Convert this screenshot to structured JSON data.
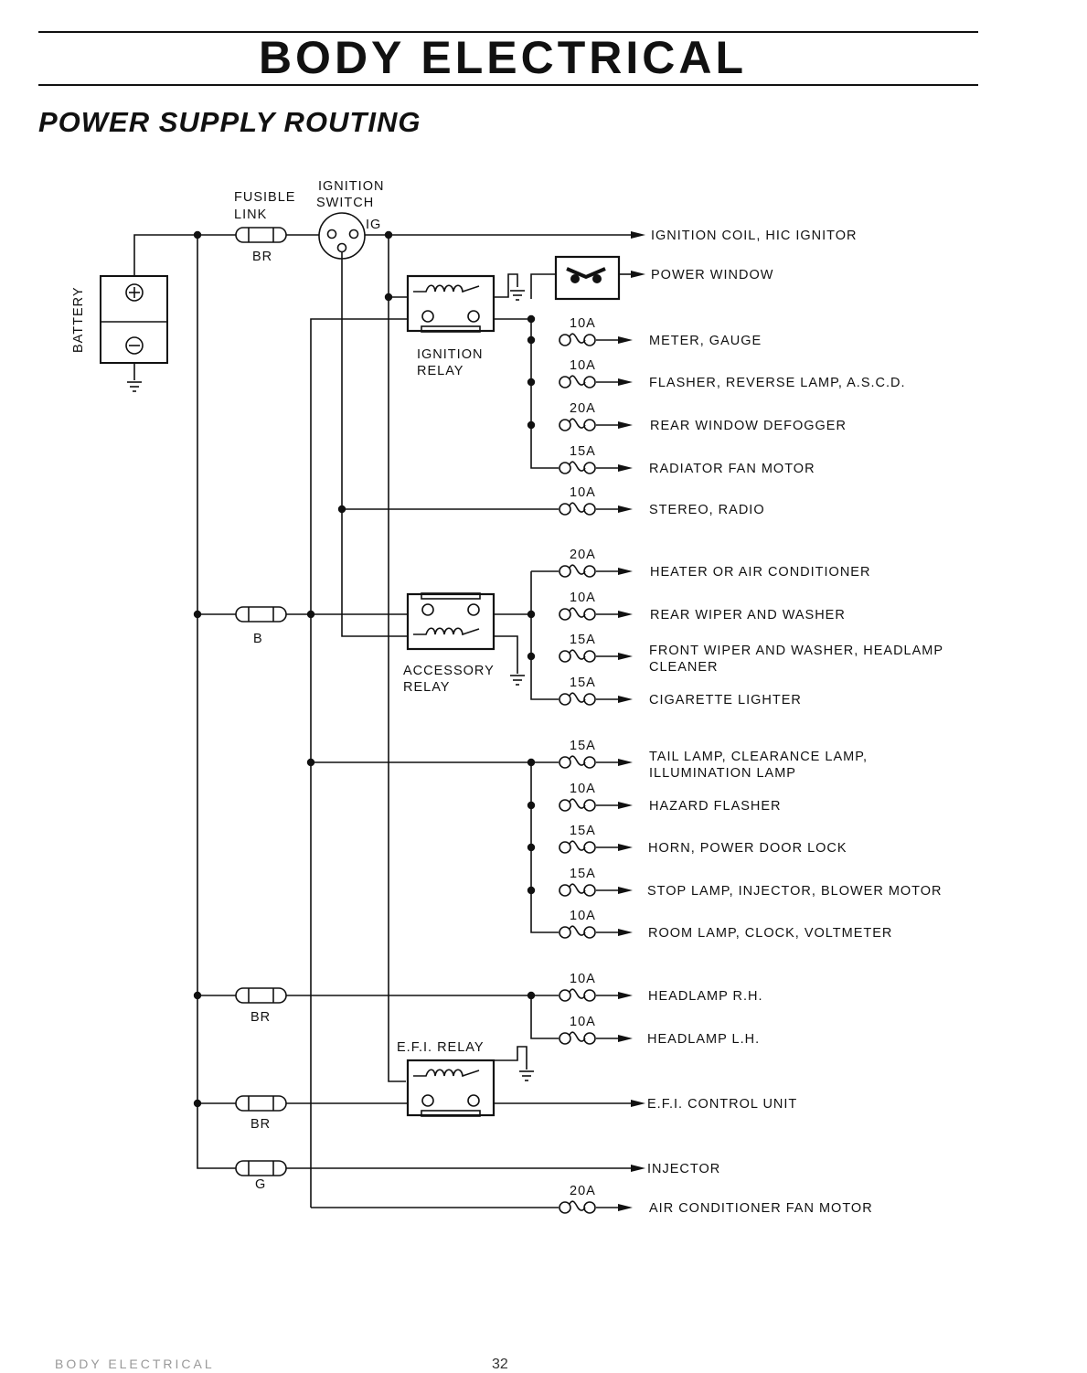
{
  "header": {
    "title": "BODY ELECTRICAL",
    "subtitle": "POWER SUPPLY ROUTING"
  },
  "labels": {
    "battery": "BATTERY",
    "fusible_link_1": "FUSIBLE",
    "fusible_link_2": "LINK",
    "ignition_switch_1": "IGNITION",
    "ignition_switch_2": "SWITCH",
    "ig": "IG",
    "ignition_relay_1": "IGNITION",
    "ignition_relay_2": "RELAY",
    "accessory_relay_1": "ACCESSORY",
    "accessory_relay_2": "RELAY",
    "efi_relay": "E.F.I. RELAY"
  },
  "fusible_links": [
    {
      "color": "BR"
    },
    {
      "color": "B"
    },
    {
      "color": "BR"
    },
    {
      "color": "BR"
    },
    {
      "color": "G"
    }
  ],
  "outputs": [
    {
      "rating": "",
      "load": [
        "IGNITION COIL, HIC IGNITOR"
      ]
    },
    {
      "rating": "",
      "load": [
        "POWER WINDOW"
      ]
    },
    {
      "rating": "10A",
      "load": [
        "METER, GAUGE"
      ]
    },
    {
      "rating": "10A",
      "load": [
        "FLASHER, REVERSE LAMP, A.S.C.D."
      ]
    },
    {
      "rating": "20A",
      "load": [
        "REAR WINDOW DEFOGGER"
      ]
    },
    {
      "rating": "15A",
      "load": [
        "RADIATOR FAN MOTOR"
      ]
    },
    {
      "rating": "10A",
      "load": [
        "STEREO, RADIO"
      ]
    },
    {
      "rating": "20A",
      "load": [
        "HEATER OR AIR CONDITIONER"
      ]
    },
    {
      "rating": "10A",
      "load": [
        "REAR WIPER AND WASHER"
      ]
    },
    {
      "rating": "15A",
      "load": [
        "FRONT WIPER AND WASHER, HEADLAMP",
        "CLEANER"
      ]
    },
    {
      "rating": "15A",
      "load": [
        "CIGARETTE LIGHTER"
      ]
    },
    {
      "rating": "15A",
      "load": [
        "TAIL LAMP, CLEARANCE LAMP,",
        "ILLUMINATION LAMP"
      ]
    },
    {
      "rating": "10A",
      "load": [
        "HAZARD FLASHER"
      ]
    },
    {
      "rating": "15A",
      "load": [
        "HORN, POWER DOOR LOCK"
      ]
    },
    {
      "rating": "15A",
      "load": [
        "STOP LAMP, INJECTOR, BLOWER MOTOR"
      ]
    },
    {
      "rating": "10A",
      "load": [
        "ROOM LAMP, CLOCK, VOLTMETER"
      ]
    },
    {
      "rating": "10A",
      "load": [
        "HEADLAMP R.H."
      ]
    },
    {
      "rating": "10A",
      "load": [
        "HEADLAMP L.H."
      ]
    },
    {
      "rating": "",
      "load": [
        "E.F.I. CONTROL UNIT"
      ]
    },
    {
      "rating": "",
      "load": [
        "INJECTOR"
      ]
    },
    {
      "rating": "20A",
      "load": [
        "AIR CONDITIONER FAN MOTOR"
      ]
    }
  ],
  "footer": {
    "section": "BODY ELECTRICAL",
    "page": "32"
  }
}
